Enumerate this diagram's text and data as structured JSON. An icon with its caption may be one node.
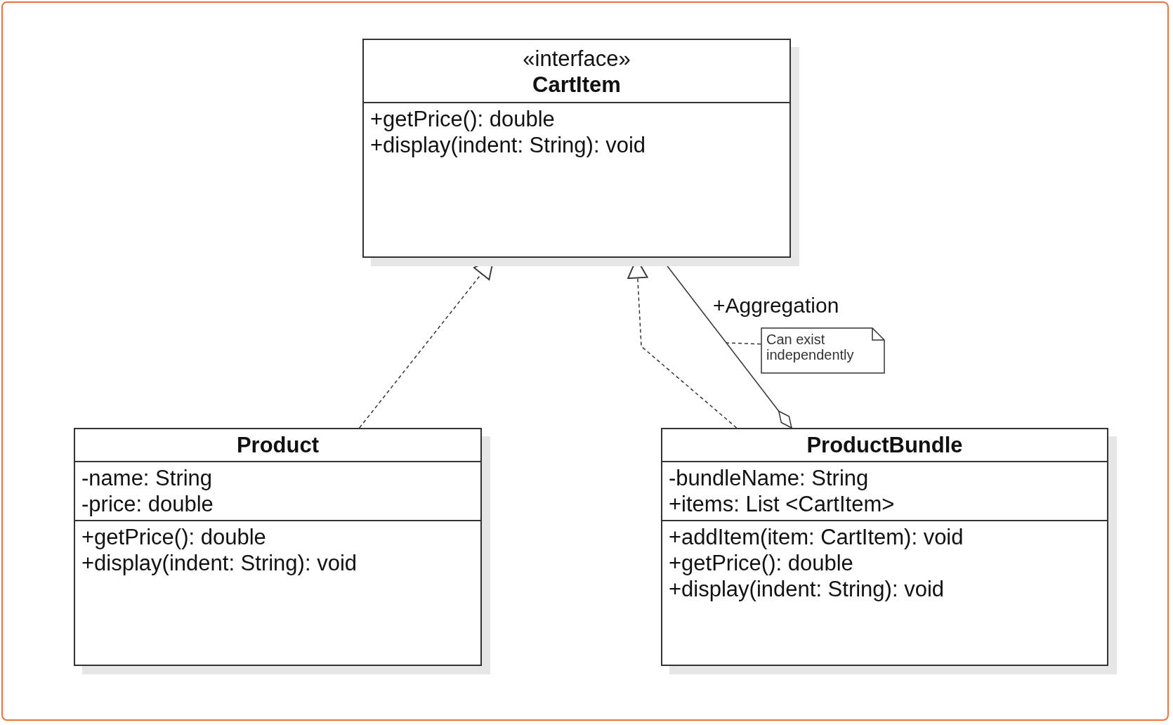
{
  "diagram": {
    "nodes": [
      {
        "text": [
          "«interface»",
          "CartItem",
          "+getPrice(): double",
          "+display(indent: String): void"
        ]
      },
      {
        "text": [
          "Product",
          "-name: String",
          "-price: double",
          "+getPrice(): double",
          "+display(indent: String): void"
        ]
      },
      {
        "text": [
          "ProductBundle",
          "-bundleName: String",
          "+items: List <CartItem>",
          "+addItem(item: CartItem): void",
          "+getPrice(): double",
          "+display(indent: String): void"
        ]
      },
      {
        "text": [
          "Can exist independently"
        ]
      }
    ],
    "edges": [
      {
        "from": 1,
        "to": 0,
        "arrow": "to",
        "style": "dashed"
      },
      {
        "from": 2,
        "to": 0,
        "arrow": "to",
        "style": "dashed"
      },
      {
        "from": 0,
        "to": 2,
        "arrow": "other",
        "label": "+Aggregation"
      },
      {
        "from": 3,
        "to": null,
        "arrow": "none",
        "style": "dashed"
      }
    ]
  }
}
